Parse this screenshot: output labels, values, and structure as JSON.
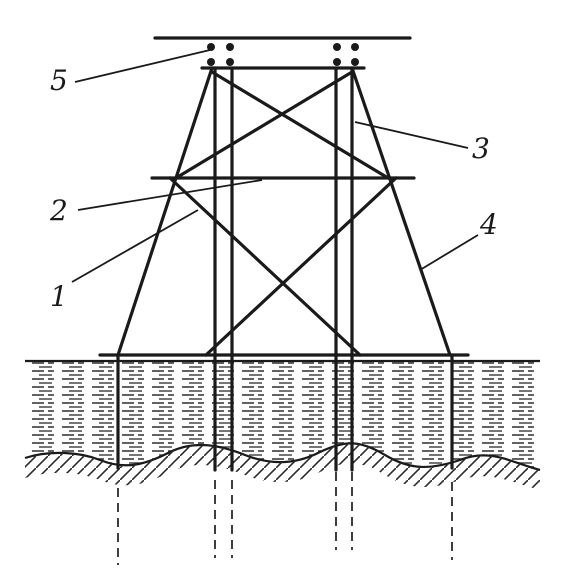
{
  "labels": {
    "pile": "1",
    "horizontal_brace": "2",
    "vertical_leg": "3",
    "inclined_leg": "4",
    "deck_connection": "5"
  }
}
